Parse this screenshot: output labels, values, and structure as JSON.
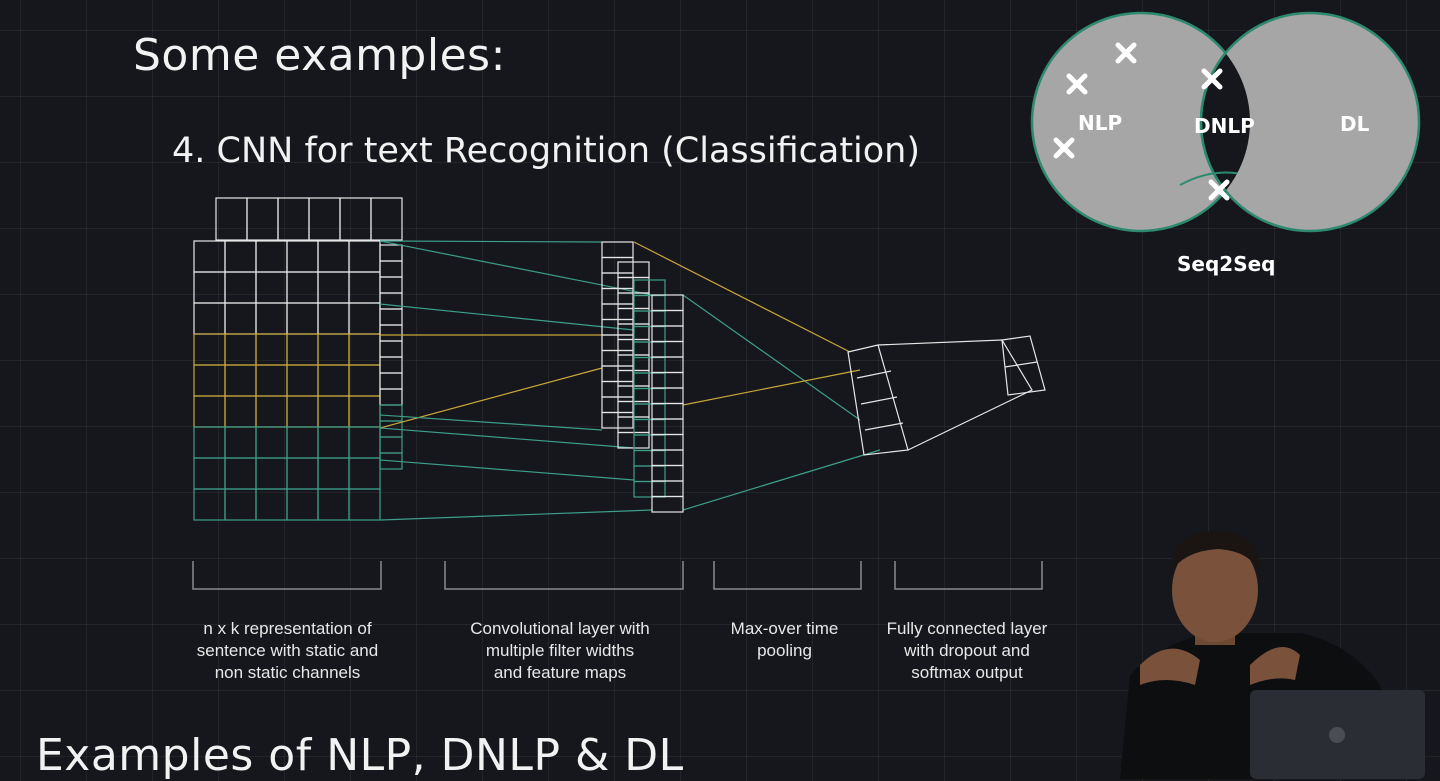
{
  "heading": "Some examples:",
  "subheading": "4. CNN for text Recognition (Classification)",
  "bottom_title": "Examples of NLP, DNLP & DL",
  "captions": [
    {
      "lines": [
        "n x k representation of",
        "sentence with static and",
        "non static channels"
      ]
    },
    {
      "lines": [
        "Convolutional layer with",
        "multiple filter widths",
        "and feature maps"
      ]
    },
    {
      "lines": [
        "Max-over time",
        "pooling"
      ]
    },
    {
      "lines": [
        "Fully connected layer",
        "with dropout and",
        "softmax output"
      ]
    }
  ],
  "venn": {
    "labels": {
      "left": "NLP",
      "middle": "DNLP",
      "right": "DL",
      "bottom": "Seq2Seq"
    }
  },
  "colors": {
    "teal": "#3d9e8a",
    "yellow": "#c9a83a",
    "white_line": "#e6e6e6",
    "venn_fill": "#a6a6a6",
    "venn_stroke": "#2e8a6e",
    "venn_middle": "#15171c"
  },
  "icons": {
    "venn_marks": "x-mark-icon"
  }
}
